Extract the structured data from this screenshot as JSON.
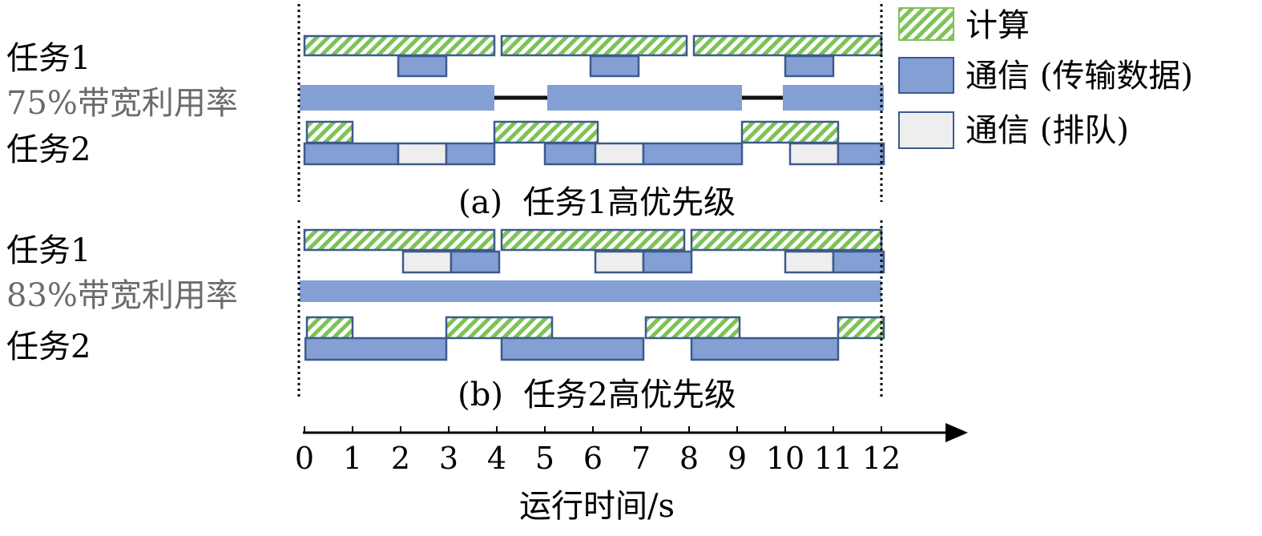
{
  "colors": {
    "compute": "#7dc356",
    "comm": "#849fd4",
    "queue": "#eeeeee",
    "border": "#3d5a8e",
    "gray_text": "#6b6b6b"
  },
  "legend": [
    {
      "type": "compute",
      "label": "计算"
    },
    {
      "type": "comm",
      "label": "通信 (传输数据)"
    },
    {
      "type": "queue",
      "label": "通信 (排队)"
    }
  ],
  "panels": [
    {
      "caption": "(a)  任务1高优先级",
      "task1_label": "任务1",
      "task2_label": "任务2",
      "util_label": "75%带宽利用率",
      "task1_compute": [
        [
          0,
          3.95
        ],
        [
          4.1,
          7.95
        ],
        [
          8.1,
          12
        ]
      ],
      "task1_comm": [
        {
          "type": "comm",
          "t": [
            1.95,
            2.95
          ]
        },
        {
          "type": "comm",
          "t": [
            5.95,
            6.95
          ]
        },
        {
          "type": "comm",
          "t": [
            10.0,
            11.0
          ]
        }
      ],
      "bandwidth": [
        [
          -0.1,
          3.95
        ],
        [
          5.05,
          9.1
        ],
        [
          9.95,
          12.05
        ]
      ],
      "task2_compute": [
        [
          0.05,
          1.0
        ],
        [
          3.95,
          6.1
        ],
        [
          9.1,
          11.1
        ]
      ],
      "task2_comm": [
        {
          "type": "comm",
          "t": [
            0,
            1.95
          ]
        },
        {
          "type": "queue",
          "t": [
            1.95,
            2.95
          ]
        },
        {
          "type": "comm",
          "t": [
            2.95,
            3.95
          ]
        },
        {
          "type": "comm",
          "t": [
            5.0,
            6.05
          ]
        },
        {
          "type": "queue",
          "t": [
            6.05,
            7.05
          ]
        },
        {
          "type": "comm",
          "t": [
            7.05,
            9.1
          ]
        },
        {
          "type": "queue",
          "t": [
            10.1,
            11.1
          ]
        },
        {
          "type": "comm",
          "t": [
            11.1,
            12.05
          ]
        }
      ]
    },
    {
      "caption": "(b)  任务2高优先级",
      "task1_label": "任务1",
      "task2_label": "任务2",
      "util_label": "83%带宽利用率",
      "task1_compute": [
        [
          0,
          3.95
        ],
        [
          4.1,
          7.9
        ],
        [
          8.05,
          12
        ]
      ],
      "task1_comm": [
        {
          "type": "queue",
          "t": [
            2.05,
            3.05
          ]
        },
        {
          "type": "comm",
          "t": [
            3.05,
            4.05
          ]
        },
        {
          "type": "queue",
          "t": [
            6.05,
            7.05
          ]
        },
        {
          "type": "comm",
          "t": [
            7.05,
            8.05
          ]
        },
        {
          "type": "queue",
          "t": [
            10.0,
            11.0
          ]
        },
        {
          "type": "comm",
          "t": [
            11.0,
            12.05
          ]
        }
      ],
      "bandwidth": [
        [
          -0.1,
          12.0
        ]
      ],
      "task2_compute": [
        [
          0.05,
          1.0
        ],
        [
          2.95,
          5.15
        ],
        [
          7.1,
          9.05
        ],
        [
          11.1,
          12.05
        ]
      ],
      "task2_comm": [
        {
          "type": "comm",
          "t": [
            0.02,
            2.95
          ]
        },
        {
          "type": "comm",
          "t": [
            4.1,
            7.05
          ]
        },
        {
          "type": "comm",
          "t": [
            8.05,
            11.1
          ]
        }
      ]
    }
  ],
  "axis": {
    "ticks": [
      "0",
      "1",
      "2",
      "3",
      "4",
      "5",
      "6",
      "7",
      "8",
      "9",
      "10",
      "11",
      "12"
    ],
    "xlabel": "运行时间/s"
  }
}
